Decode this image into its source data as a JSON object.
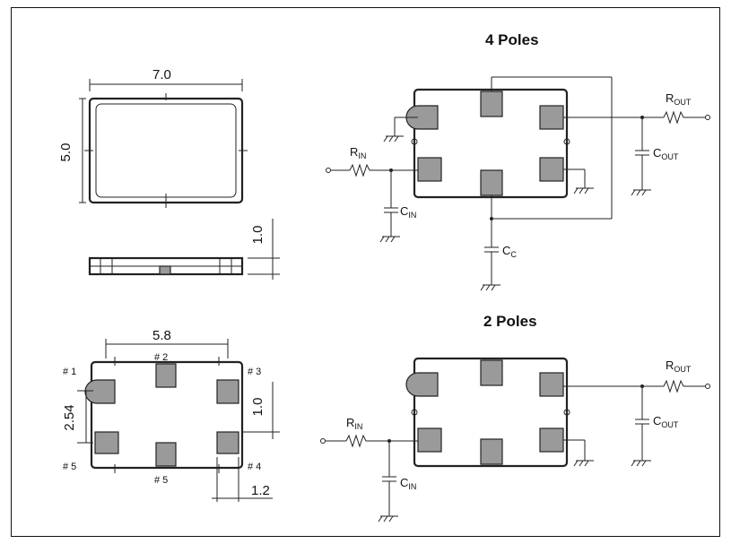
{
  "titles": {
    "four_poles": "4 Poles",
    "two_poles": "2 Poles"
  },
  "dimensions": {
    "width": "7.0",
    "height": "5.0",
    "thickness": "1.0",
    "pad_span": "5.8",
    "pad_pitch": "2.54",
    "pad_height": "1.0",
    "pad_width": "1.2"
  },
  "pins": {
    "p1": "# 1",
    "p2": "# 2",
    "p3": "# 3",
    "p4": "# 4",
    "p5_left": "# 5",
    "p5_bottom": "# 5"
  },
  "components": {
    "r_in": {
      "main": "R",
      "sub": "IN"
    },
    "r_out": {
      "main": "R",
      "sub": "OUT"
    },
    "c_in": {
      "main": "C",
      "sub": "IN"
    },
    "c_out": {
      "main": "C",
      "sub": "OUT"
    },
    "c_c": {
      "main": "C",
      "sub": "C"
    }
  }
}
